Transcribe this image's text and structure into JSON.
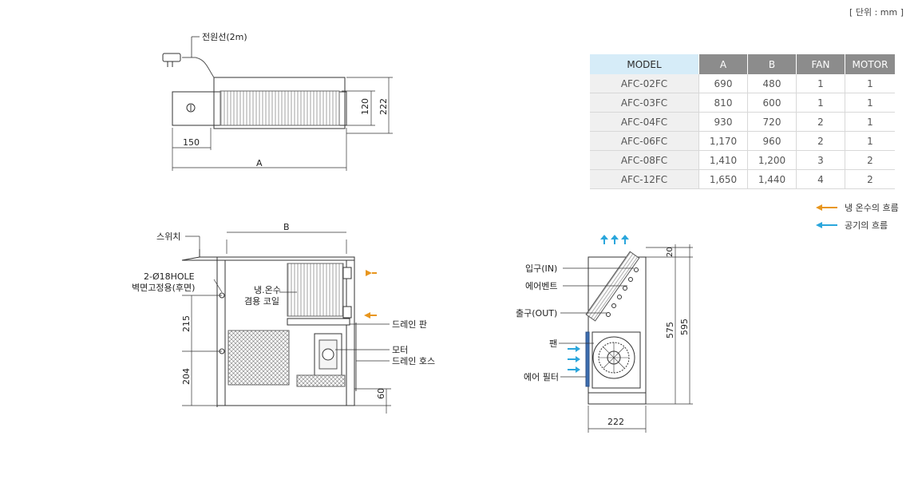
{
  "unit_note": "[ 단위 : mm ]",
  "colors": {
    "water_arrow": "#e8961e",
    "air_arrow": "#2aa6dc",
    "line": "#333333",
    "table_header": "#8c8c8c",
    "table_model_header": "#d6ecf8"
  },
  "spec_table": {
    "headers": [
      "MODEL",
      "A",
      "B",
      "FAN",
      "MOTOR"
    ],
    "rows": [
      [
        "AFC-02FC",
        "690",
        "480",
        "1",
        "1"
      ],
      [
        "AFC-03FC",
        "810",
        "600",
        "1",
        "1"
      ],
      [
        "AFC-04FC",
        "930",
        "720",
        "2",
        "1"
      ],
      [
        "AFC-06FC",
        "1,170",
        "960",
        "2",
        "1"
      ],
      [
        "AFC-08FC",
        "1,410",
        "1,200",
        "3",
        "2"
      ],
      [
        "AFC-12FC",
        "1,650",
        "1,440",
        "4",
        "2"
      ]
    ]
  },
  "legend": {
    "water_flow": "냉 온수의 흐름",
    "air_flow": "공기의 흐름"
  },
  "top_view": {
    "power_cord": "전원선(2m)",
    "dim_150": "150",
    "dim_a": "A",
    "dim_120": "120",
    "dim_222": "222"
  },
  "front_view": {
    "dim_b": "B",
    "switch": "스위치",
    "hole_line1": "2-Ø18HOLE",
    "hole_line2": "벽면고정용(후면)",
    "coil_line1": "냉.온수",
    "coil_line2": "겸용 코일",
    "drain_pan": "드레인 판",
    "motor": "모터",
    "drain_hose": "드레인 호스",
    "dim_215": "215",
    "dim_204": "204",
    "dim_60": "60"
  },
  "side_view": {
    "inlet": "입구(IN)",
    "air_vent": "에어벤트",
    "outlet": "출구(OUT)",
    "fan": "팬",
    "air_filter": "에어 필터",
    "dim_20": "20",
    "dim_575": "575",
    "dim_595": "595",
    "dim_222": "222"
  }
}
